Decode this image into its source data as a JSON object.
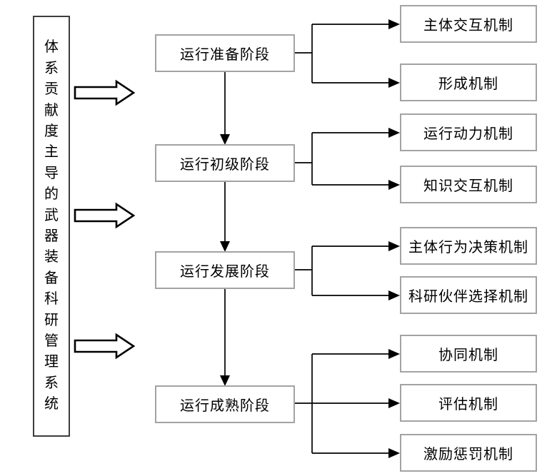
{
  "diagram": {
    "root_label": "体系贡献度主导的武器装备科研管理系统",
    "stages": [
      {
        "label": "运行准备阶段",
        "mechanisms": [
          "主体交互机制",
          "形成机制"
        ]
      },
      {
        "label": "运行初级阶段",
        "mechanisms": [
          "运行动力机制",
          "知识交互机制"
        ]
      },
      {
        "label": "运行发展阶段",
        "mechanisms": [
          "主体行为决策机制",
          "科研伙伴选择机制"
        ]
      },
      {
        "label": "运行成熟阶段",
        "mechanisms": [
          "协同机制",
          "评估机制",
          "激励惩罚机制"
        ]
      }
    ],
    "colors": {
      "background": "#ffffff",
      "box_border": "#a3a3a3",
      "root_box_border": "#3d3d3d",
      "line": "#000000",
      "text": "#000000",
      "hollow_arrow_fill": "#ffffff"
    }
  }
}
